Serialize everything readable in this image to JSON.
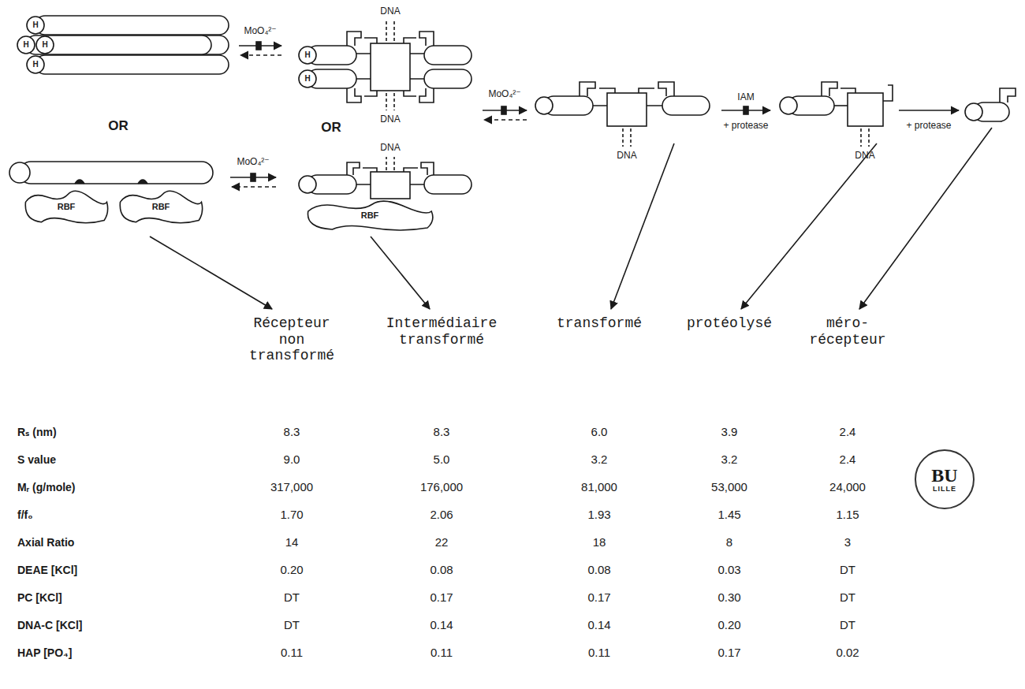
{
  "diagram": {
    "nodes": [
      {
        "text": [
          "RBF"
        ]
      },
      {
        "text": [
          "RBF"
        ]
      },
      {
        "text": [
          "RBF"
        ]
      },
      {
        "text": [
          "BU",
          "LILLE"
        ]
      }
    ],
    "labels": [
      "H",
      "H",
      "H",
      "H",
      "H",
      "H",
      "MoO₄²⁻",
      "DNA",
      "DNA",
      "OR",
      "OR",
      "MoO₄²⁻",
      "DNA",
      "IAM",
      "+ protease",
      "DNA",
      "+ protease",
      "MoO₄²⁻",
      "DNA",
      "Récepteur non transformé",
      "Intermédiaire transformé",
      "transformé",
      "protéolysé",
      "méro- récepteur",
      "Rₛ (nm)",
      "8.3",
      "8.3",
      "6.0",
      "3.9",
      "2.4",
      "S value",
      "9.0",
      "5.0",
      "3.2",
      "3.2",
      "2.4",
      "Mᵣ (g/mole)",
      "317,000",
      "176,000",
      "81,000",
      "53,000",
      "24,000",
      "f/f₀",
      "1.70",
      "2.06",
      "1.93",
      "1.45",
      "1.15",
      "Axial Ratio",
      "14",
      "22",
      "18",
      "8",
      "3",
      "DEAE [KCl]",
      "0.20",
      "0.08",
      "0.08",
      "0.03",
      "DT",
      "PC [KCl]",
      "DT",
      "0.17",
      "0.17",
      "0.30",
      "DT",
      "DNA-C [KCl]",
      "DT",
      "0.14",
      "0.14",
      "0.20",
      "DT",
      "HAP [PO₄]",
      "0.11",
      "0.11",
      "0.11",
      "0.17",
      "0.02"
    ]
  }
}
